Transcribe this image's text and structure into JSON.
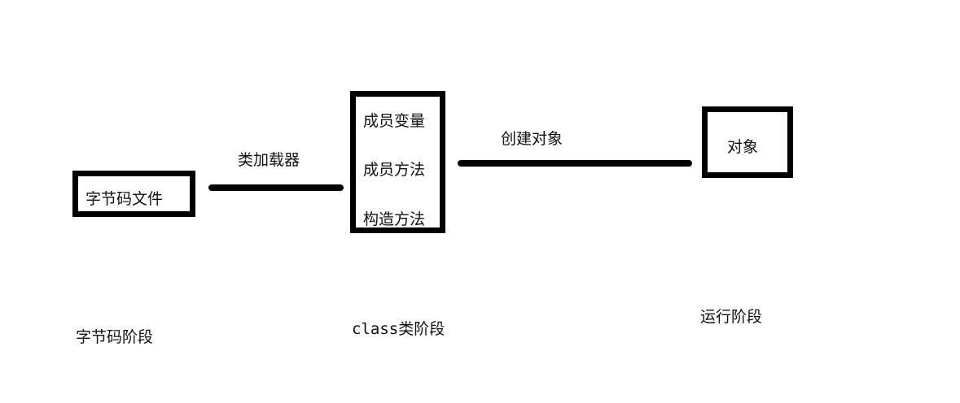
{
  "nodes": {
    "bytecode_file": "字节码文件",
    "class_members": [
      "成员变量",
      "成员方法",
      "构造方法"
    ],
    "object": "对象"
  },
  "edges": {
    "class_loader": "类加载器",
    "create_object": "创建对象"
  },
  "stages": {
    "bytecode": "字节码阶段",
    "class": "class类阶段",
    "runtime": "运行阶段"
  }
}
